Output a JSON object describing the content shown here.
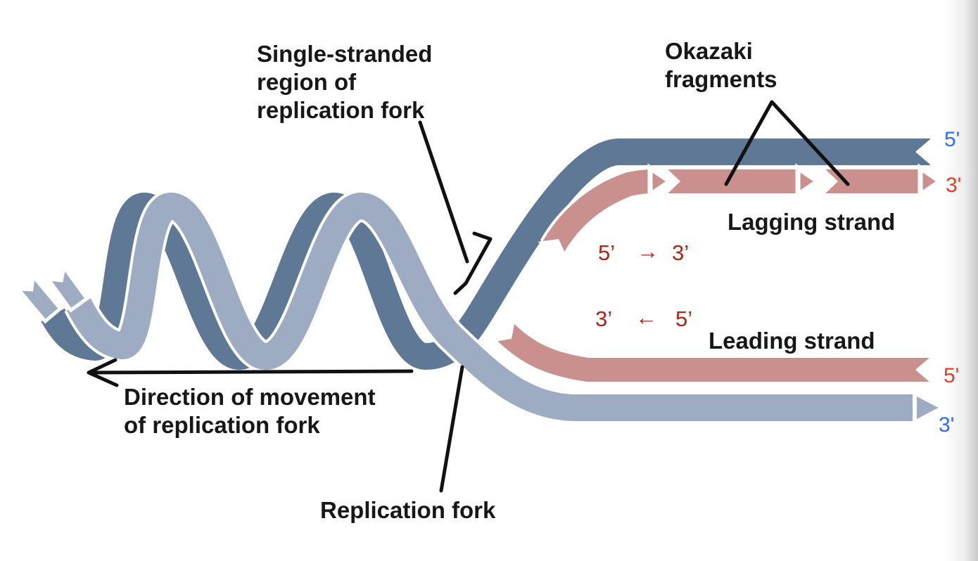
{
  "diagram": {
    "title": "DNA replication fork diagram",
    "labels": {
      "single_stranded_region": [
        "Single-stranded",
        "region of",
        "replication fork"
      ],
      "okazaki_fragments": [
        "Okazaki",
        "fragments"
      ],
      "lagging_strand": "Lagging strand",
      "leading_strand": "Leading strand",
      "replication_fork": "Replication fork",
      "direction_of_movement": [
        "Direction of movement",
        "of replication fork"
      ],
      "lagging_synthesis": {
        "from": "5’",
        "arrow": "→",
        "to": "3’"
      },
      "leading_synthesis": {
        "from": "3’",
        "arrow": "←",
        "to": "5’"
      },
      "terminals": {
        "template_top_right": "5'",
        "lagging_new_right": "3'",
        "leading_new_right": "5'",
        "template_bottom_right": "3'"
      }
    },
    "colors": {
      "template_strand_dark": "#5e7896",
      "template_strand_light": "#9dabc3",
      "new_strand_pink": "#c9908e",
      "label_black": "#171717",
      "synthesis_red": "#b02318",
      "terminal_red": "#e6391d",
      "terminal_blue": "#2b6cf0",
      "page_edge_shadow": "#9e9e9e"
    }
  }
}
